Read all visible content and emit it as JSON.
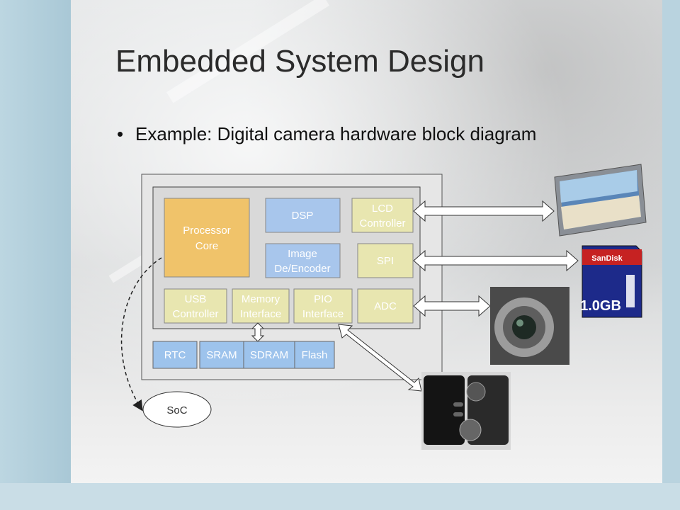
{
  "slide": {
    "title": "Embedded System Design",
    "bullet": "Example: Digital camera hardware block diagram"
  },
  "diagram": {
    "blocks": {
      "processor_core": [
        "Processor",
        "Core"
      ],
      "dsp": "DSP",
      "lcd_controller": [
        "LCD",
        "Controller"
      ],
      "image_codec": [
        "Image",
        "De/Encoder"
      ],
      "spi": "SPI",
      "usb_controller": [
        "USB",
        "Controller"
      ],
      "memory_interface": [
        "Memory",
        "Interface"
      ],
      "pio_interface": [
        "PIO",
        "Interface"
      ],
      "adc": "ADC",
      "rtc": "RTC",
      "sram": "SRAM",
      "sdram": "SDRAM",
      "flash": "Flash",
      "soc": "SoC"
    },
    "peripherals": {
      "sd_card": {
        "brand": "SanDisk",
        "capacity": "1.0GB"
      }
    },
    "colors": {
      "yellow_block": "#e8e6b0",
      "orange_block": "#f0c36a",
      "blue_block": "#a8c6ec",
      "memory_block": "#9dc3ec",
      "chip_fill": "#d9d9d9",
      "board_fill": "#e6e6e6"
    }
  }
}
